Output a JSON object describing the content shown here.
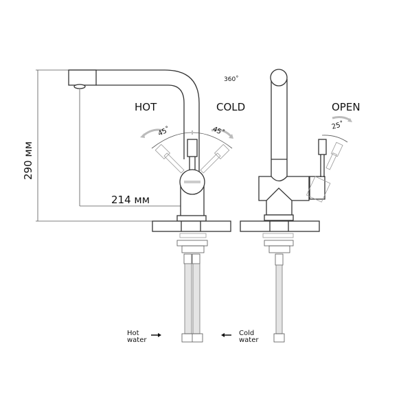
{
  "labels": {
    "height_dim": "290 мм",
    "reach_dim": "214 мм",
    "rotation": "360˚",
    "hot": "HOT",
    "cold": "COLD",
    "hot_angle": "45˚",
    "cold_angle": "45˚",
    "open": "OPEN",
    "open_angle": "25˚",
    "hot_water_1": "Hot",
    "hot_water_2": "water",
    "cold_water_1": "Cold",
    "cold_water_2": "water"
  }
}
